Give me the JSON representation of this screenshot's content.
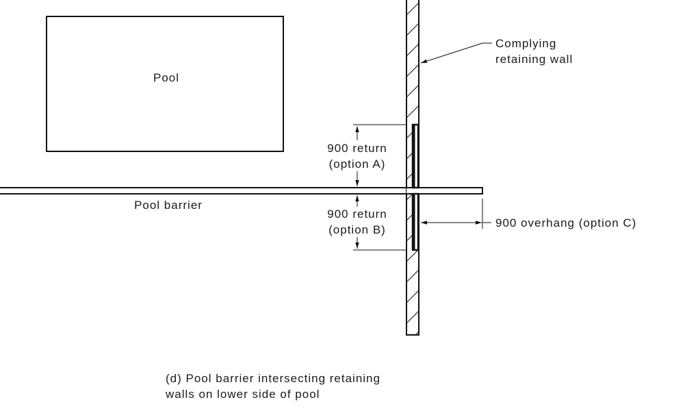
{
  "diagram": {
    "pool_label": "Pool",
    "barrier_label": "Pool barrier",
    "wall_label": [
      "Complying",
      "retaining wall"
    ],
    "return_a_label": [
      "900 return",
      "(option A)"
    ],
    "return_b_label": [
      "900 return",
      "(option B)"
    ],
    "overhang_label": "900 overhang (option C)",
    "caption": [
      "(d) Pool barrier intersecting retaining",
      "walls on lower side of pool"
    ]
  },
  "colors": {
    "line": "#111111",
    "text": "#1a1a1a",
    "background": "#ffffff"
  }
}
